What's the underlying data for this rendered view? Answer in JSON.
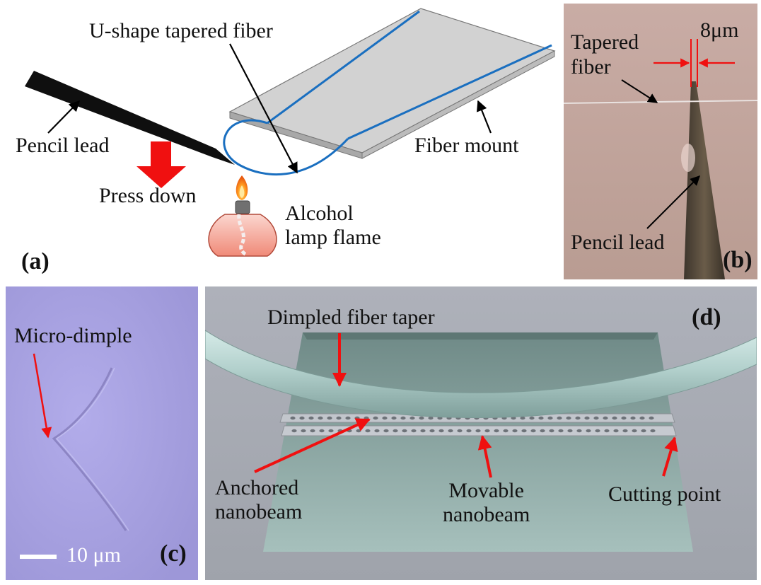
{
  "panel_a": {
    "tag": "(a)",
    "label_taper": "U-shape tapered fiber",
    "label_pencil": "Pencil lead",
    "label_press": "Press down",
    "label_mount": "Fiber mount",
    "label_lamp": "Alcohol\nlamp flame"
  },
  "panel_b": {
    "tag": "(b)",
    "label_tapered": "Tapered\nfiber",
    "label_width": "8μm",
    "label_pencil": "Pencil lead"
  },
  "panel_c": {
    "tag": "(c)",
    "label_dimple": "Micro-dimple",
    "scale_label": "10 μm"
  },
  "panel_d": {
    "tag": "(d)",
    "label_taper": "Dimpled fiber taper",
    "label_anchored": "Anchored\nnanobeam",
    "label_movable": "Movable\nnanobeam",
    "label_cutting": "Cutting point"
  },
  "colors": {
    "fiber_blue": "#1a6fc0",
    "arrow_red": "#f01010",
    "mount_gray": "#d2d2d2",
    "taper_cyan": "#b4d2cf"
  }
}
